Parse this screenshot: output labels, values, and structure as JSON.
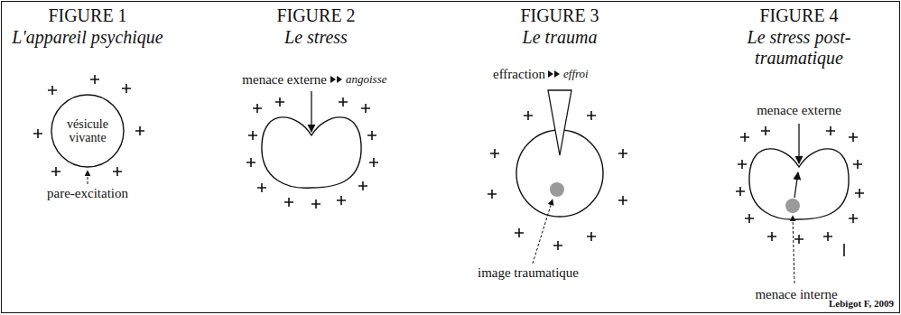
{
  "diagram": {
    "nodes": [
      {
        "text": [
          "vésicule vivante"
        ]
      }
    ],
    "labels": [
      "FIGURE 1",
      "L'appareil psychique",
      "FIGURE 2",
      "Le stress",
      "FIGURE 3",
      "Le trauma",
      "FIGURE 4",
      "Le stress post-traumatique",
      "pare-excitation",
      "menace externe",
      "angoisse",
      "effraction",
      "effroi",
      "image traumatique",
      "menace externe",
      "menace interne",
      "Lebigot F, 2009"
    ]
  }
}
